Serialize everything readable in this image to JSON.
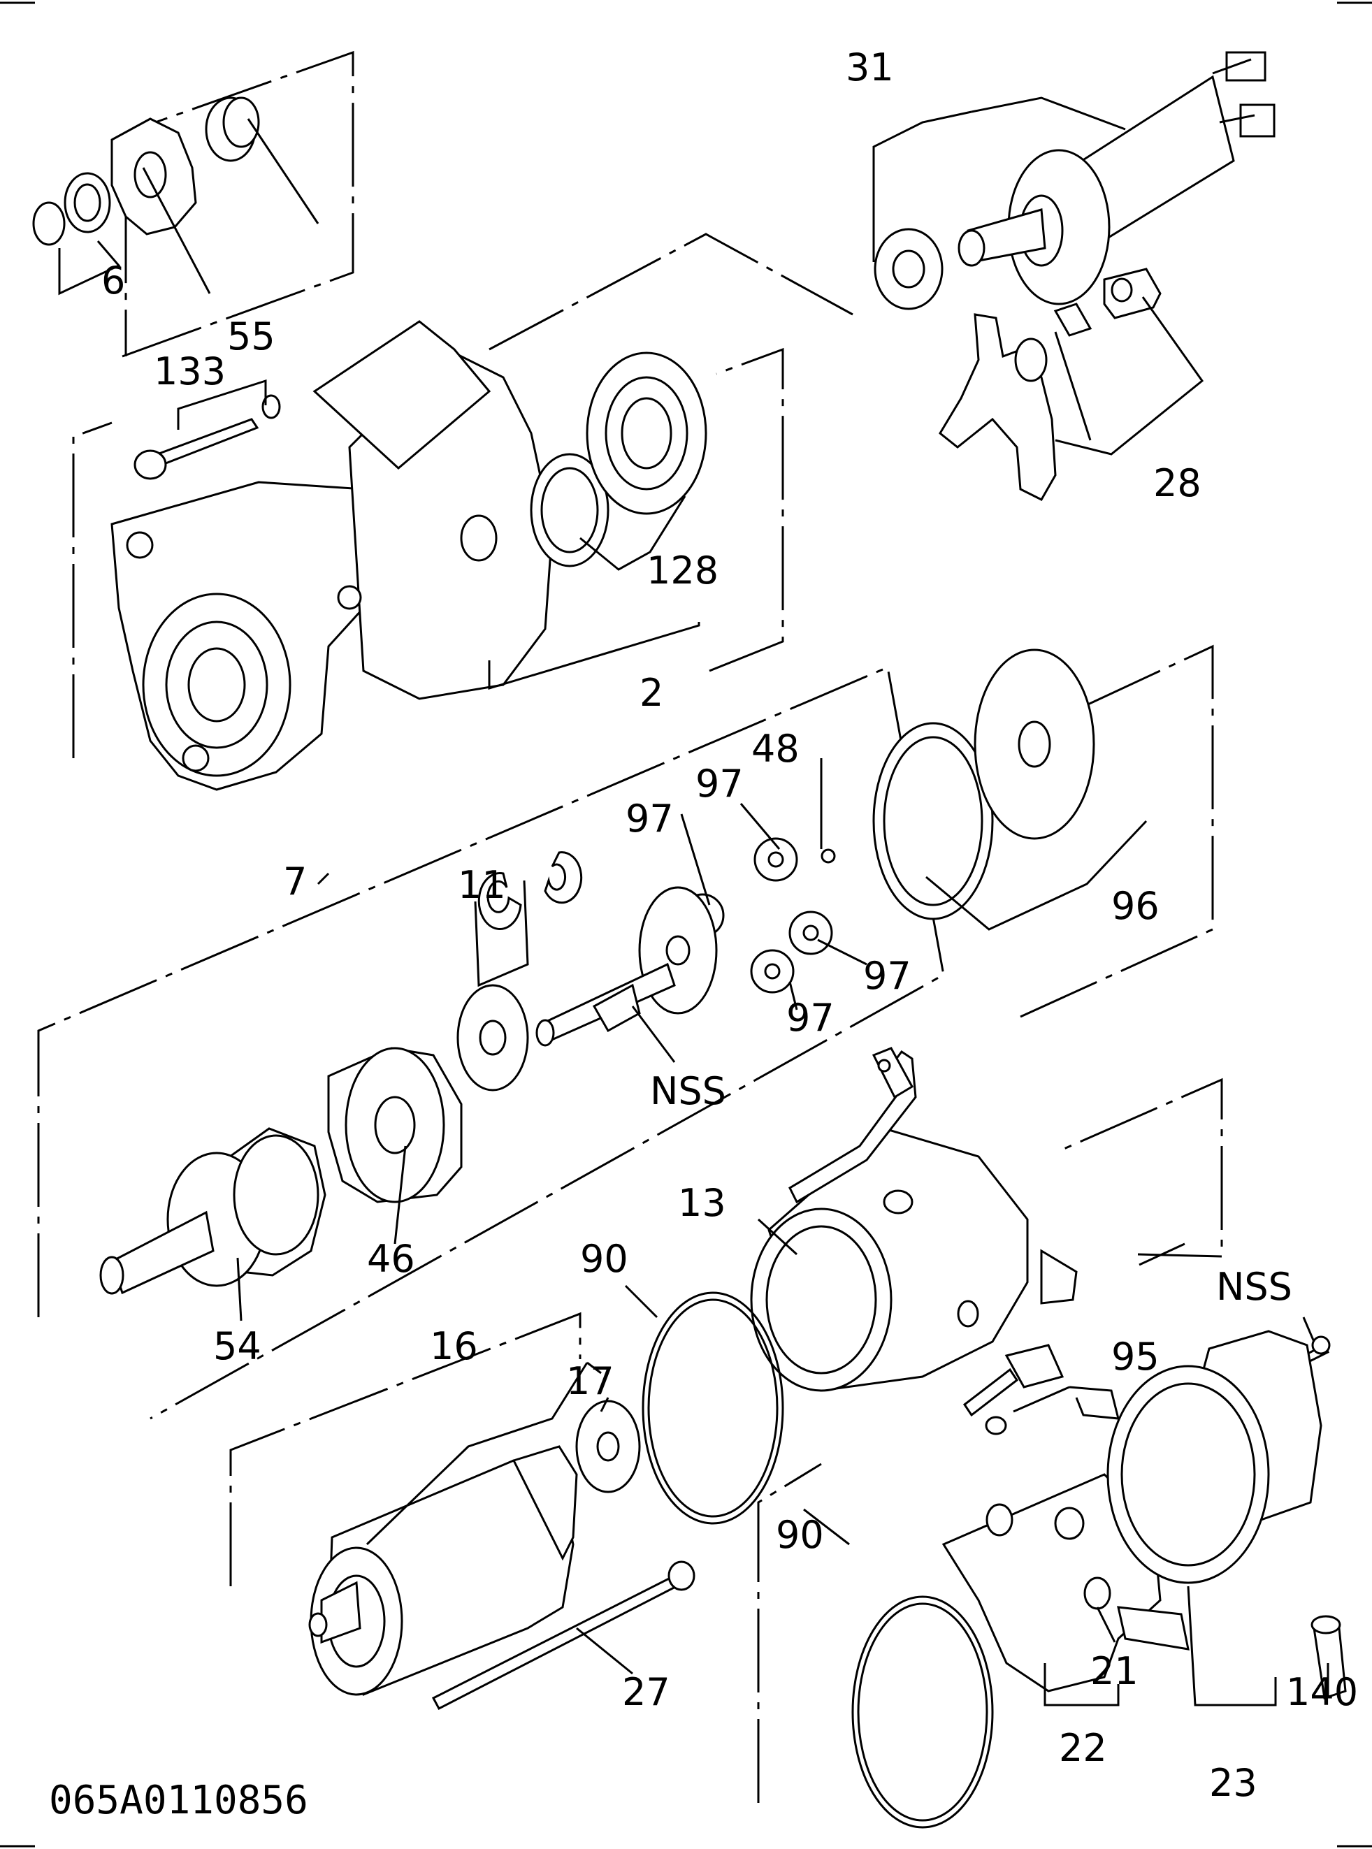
{
  "diagram": {
    "code": "065A0110856",
    "callouts": {
      "c31": "31",
      "c6": "6",
      "c55": "55",
      "c133": "133",
      "c128": "128",
      "c2": "2",
      "c28": "28",
      "c48": "48",
      "c97a": "97",
      "c97b": "97",
      "c97c": "97",
      "c97d": "97",
      "c96": "96",
      "c7": "7",
      "c11": "11",
      "cNSS1": "NSS",
      "c13": "13",
      "c90a": "90",
      "c54": "54",
      "c46": "46",
      "cNSS2": "NSS",
      "c95": "95",
      "c16": "16",
      "c17": "17",
      "c90b": "90",
      "c27": "27",
      "c21": "21",
      "c140": "140",
      "c22": "22",
      "c23": "23"
    }
  }
}
